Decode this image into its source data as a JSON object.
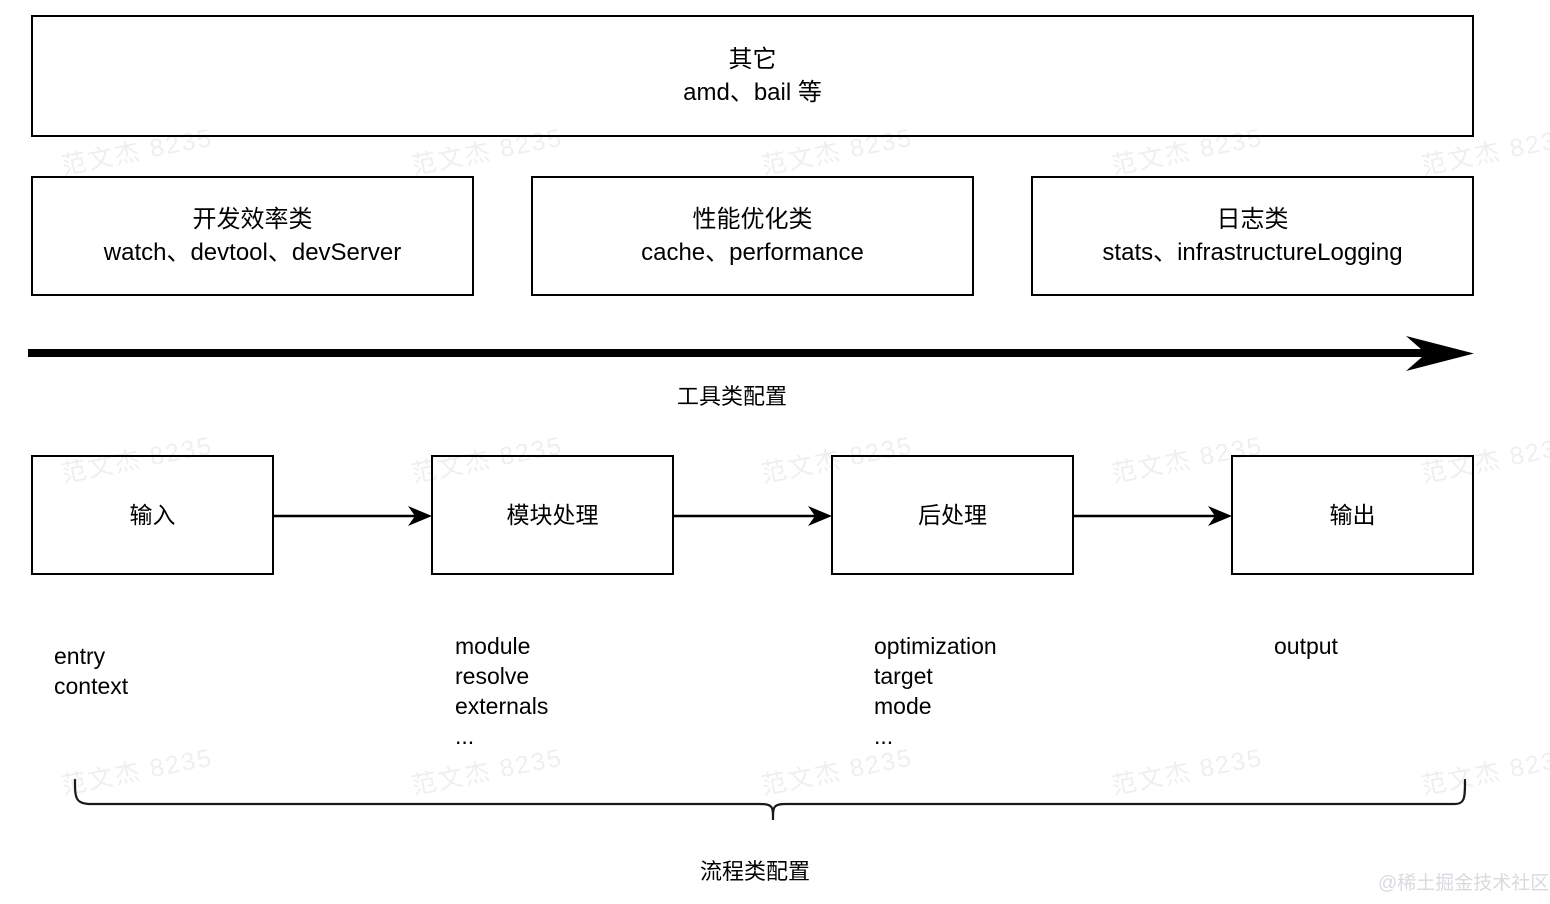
{
  "diagram": {
    "title_group": {
      "other_box": {
        "heading": "其它",
        "items": "amd、bail 等"
      },
      "category_boxes": [
        {
          "heading": "开发效率类",
          "items": "watch、devtool、devServer"
        },
        {
          "heading": "性能优化类",
          "items": "cache、performance"
        },
        {
          "heading": "日志类",
          "items": "stats、infrastructureLogging"
        }
      ],
      "arrow_label": "工具类配置"
    },
    "flow": {
      "stages": [
        {
          "label": "输入"
        },
        {
          "label": "模块处理"
        },
        {
          "label": "后处理"
        },
        {
          "label": "输出"
        }
      ],
      "stage_options": [
        [
          "entry",
          "context"
        ],
        [
          "module",
          "resolve",
          "externals",
          "..."
        ],
        [
          "optimization",
          "target",
          "mode",
          "..."
        ],
        [
          "output"
        ]
      ],
      "brace_label": "流程类配置"
    },
    "watermark": {
      "tile_text": "范文杰 8235",
      "credit": "@稀土掘金技术社区"
    },
    "colors": {
      "stroke": "#000000",
      "background": "#ffffff",
      "watermark": "#efeff1",
      "credit": "#d9dade"
    }
  }
}
